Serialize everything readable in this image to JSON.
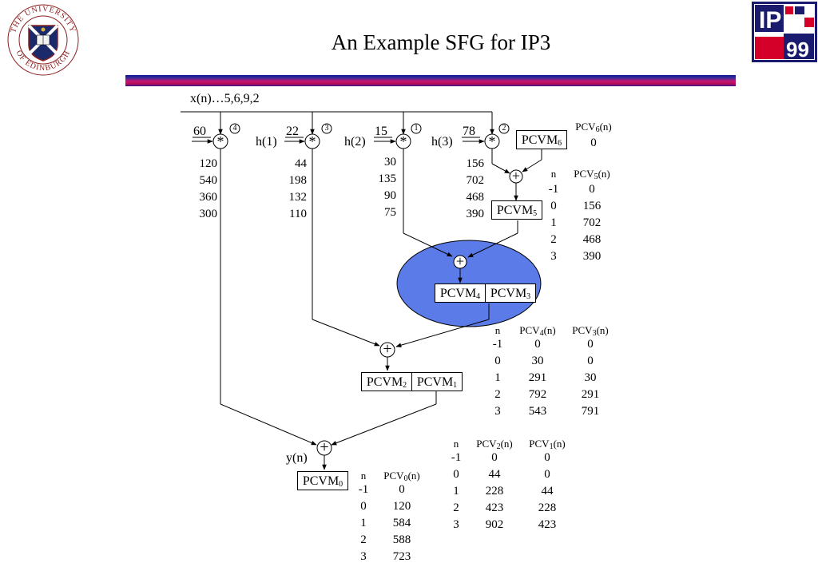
{
  "title": "An Example SFG for IP3",
  "logo_left": {
    "text_top": "THE UNIVERSITY",
    "text_bottom": "OF EDINBURGH",
    "icon": "university-crest-icon"
  },
  "logo_right": {
    "line1": "IP",
    "line2": "99",
    "colors": {
      "red": "#d4002a",
      "navy": "#1a1a6e"
    }
  },
  "input_label": "x(n)…5,6,9,2",
  "multipliers": [
    {
      "coef": "60",
      "order": "4",
      "products": [
        "120",
        "540",
        "360",
        "300"
      ]
    },
    {
      "coef": "22",
      "order": "3",
      "products": [
        "44",
        "198",
        "132",
        "110"
      ]
    },
    {
      "coef": "15",
      "order": "1",
      "products": [
        "30",
        "135",
        "90",
        "75"
      ]
    },
    {
      "coef": "78",
      "order": "2",
      "products": [
        "156",
        "702",
        "468",
        "390"
      ]
    }
  ],
  "h_labels": [
    "h(1)",
    "h(2)",
    "h(3)"
  ],
  "mult_symbol": "*",
  "add_symbol": "+",
  "boxes": {
    "pcvm6": {
      "base": "PCVM",
      "sub": "6"
    },
    "pcvm5": {
      "base": "PCVM",
      "sub": "5"
    },
    "pcvm4": {
      "base": "PCVM",
      "sub": "4"
    },
    "pcvm3": {
      "base": "PCVM",
      "sub": "3"
    },
    "pcvm2": {
      "base": "PCVM",
      "sub": "2"
    },
    "pcvm1": {
      "base": "PCVM",
      "sub": "1"
    },
    "pcvm0": {
      "base": "PCVM",
      "sub": "0"
    }
  },
  "output_label": "y(n)",
  "pcv6": {
    "head": {
      "base": "PCV",
      "sub": "6",
      "tail": "(n)"
    },
    "value": "0"
  },
  "table_pcv5": {
    "n_header": "n",
    "col": {
      "base": "PCV",
      "sub": "5",
      "tail": "(n)"
    },
    "rows": [
      [
        "-1",
        "0"
      ],
      [
        "0",
        "156"
      ],
      [
        "1",
        "702"
      ],
      [
        "2",
        "468"
      ],
      [
        "3",
        "390"
      ]
    ]
  },
  "table_pcv43": {
    "n_header": "n",
    "cols": [
      {
        "base": "PCV",
        "sub": "4",
        "tail": "(n)"
      },
      {
        "base": "PCV",
        "sub": "3",
        "tail": "(n)"
      }
    ],
    "rows": [
      [
        "-1",
        "0",
        "0"
      ],
      [
        "0",
        "30",
        "0"
      ],
      [
        "1",
        "291",
        "30"
      ],
      [
        "2",
        "792",
        "291"
      ],
      [
        "3",
        "543",
        "791"
      ]
    ]
  },
  "table_pcv21": {
    "n_header": "n",
    "cols": [
      {
        "base": "PCV",
        "sub": "2",
        "tail": "(n)"
      },
      {
        "base": "PCV",
        "sub": "1",
        "tail": "(n)"
      }
    ],
    "rows": [
      [
        "-1",
        "0",
        "0"
      ],
      [
        "0",
        "44",
        "0"
      ],
      [
        "1",
        "228",
        "44"
      ],
      [
        "2",
        "423",
        "228"
      ],
      [
        "3",
        "902",
        "423"
      ]
    ]
  },
  "table_pcv0": {
    "n_header": "n",
    "col": {
      "base": "PCV",
      "sub": "0",
      "tail": "(n)"
    },
    "rows": [
      [
        "-1",
        "0"
      ],
      [
        "0",
        "120"
      ],
      [
        "1",
        "584"
      ],
      [
        "2",
        "588"
      ],
      [
        "3",
        "723"
      ]
    ]
  },
  "colors": {
    "ellipse_fill": "#5b7be8",
    "ellipse_stroke": "#000000"
  }
}
